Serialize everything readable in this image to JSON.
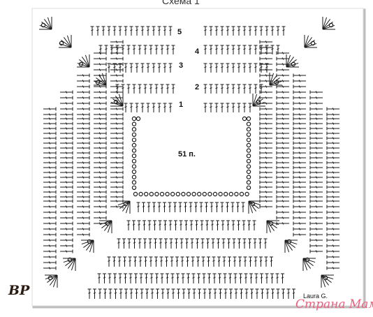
{
  "title": "Схема 1",
  "rows": [
    "1",
    "2",
    "3",
    "4",
    "5"
  ],
  "center_label": "51 п.",
  "author": "Laura G.",
  "watermark_left": "BP",
  "watermark_site": "Страна Мам",
  "colors": {
    "stitch": "#1a1a1a",
    "frame_shadow": "#bdbdbd",
    "site": "#ee5f7e",
    "background": "#ffffff"
  },
  "symbols": [
    "double-crochet",
    "chain-loop",
    "slip-stitch"
  ]
}
